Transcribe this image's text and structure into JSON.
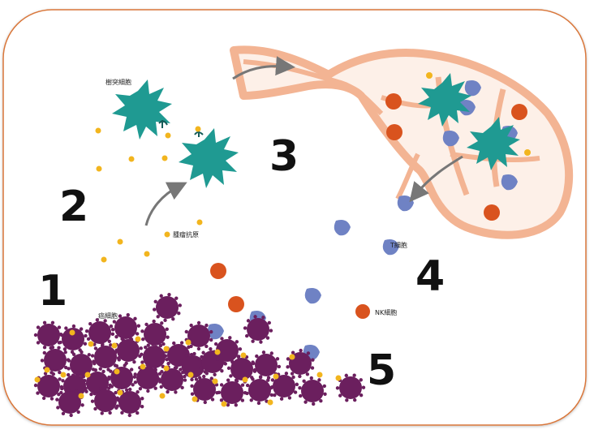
{
  "diagram": {
    "step_numbers": [
      "1",
      "2",
      "3",
      "4",
      "5"
    ],
    "labels": {
      "dendritic_cell": "樹突細胞",
      "tumor_antigen": "腫瘤抗原",
      "t_cell": "T細胞",
      "nk_cell": "NK細胞",
      "cancer_cell": "癌細胞"
    },
    "colors": {
      "border": "#d9773b",
      "cancer_cell": "#6b1f5e",
      "antigen": "#f2b51e",
      "dendritic_cell": "#1f9a92",
      "dendritic_receptor": "#155c58",
      "t_cell": "#6f82c4",
      "nk_cell": "#d9531e",
      "lymph_node_fill": "#fdf0e8",
      "lymph_node_outline": "#f3b493",
      "arrow": "#777777"
    }
  }
}
